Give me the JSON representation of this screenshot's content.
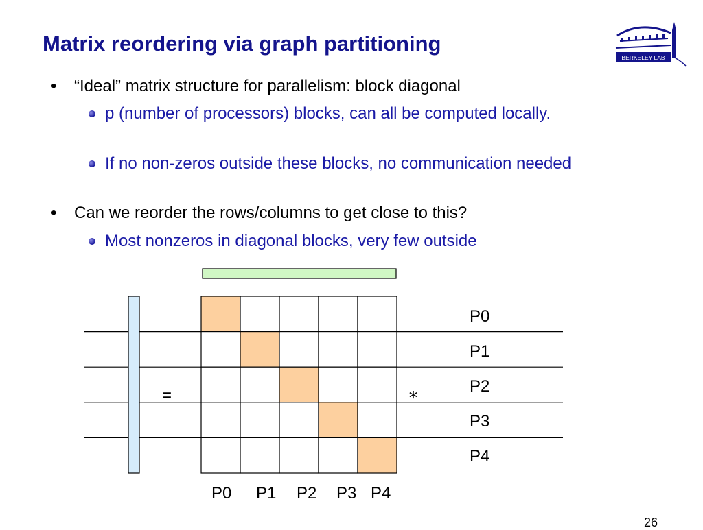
{
  "slide": {
    "title": "Matrix reordering via graph partitioning",
    "page_number": "26",
    "logo_text": "BERKELEY LAB"
  },
  "bullets": [
    {
      "text": "“Ideal” matrix structure for parallelism: block diagonal",
      "sub": [
        "p (number of processors) blocks, can all be computed locally.",
        "If no non-zeros outside these blocks, no communication needed"
      ]
    },
    {
      "text": "Can we reorder the rows/columns to get close to this?",
      "sub": [
        "Most nonzeros in diagonal blocks, very few outside"
      ]
    }
  ],
  "diagram": {
    "equals": "=",
    "times": "*",
    "row_labels": [
      "P0",
      "P1",
      "P2",
      "P3",
      "P4"
    ],
    "col_labels": [
      "P0",
      "P1",
      "P2",
      "P3",
      "P4"
    ],
    "colors": {
      "diag_block": "#fdd09f",
      "left_vector": "#d6ecfb",
      "top_vector": "#d0f7c4",
      "title": "#14148c",
      "sub_bullet": "#1a1aa6"
    }
  }
}
